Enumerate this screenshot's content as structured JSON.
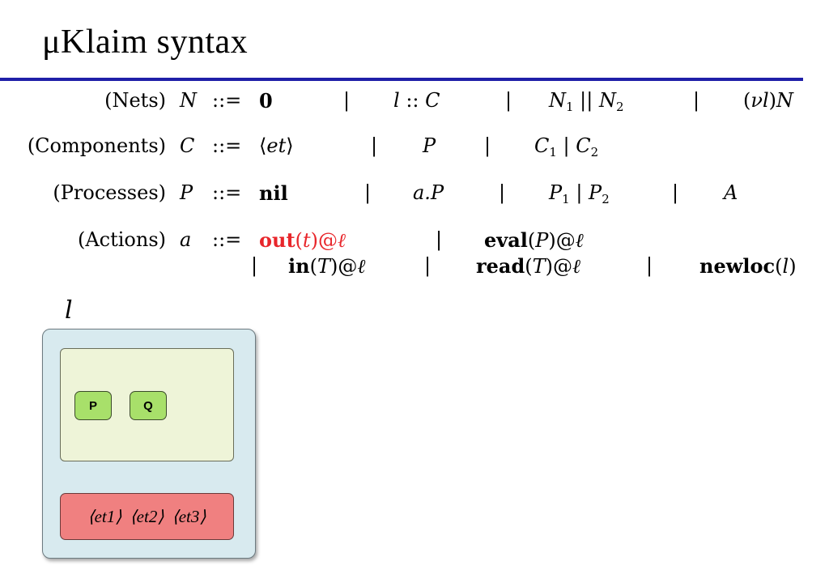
{
  "title": "μKlaim syntax",
  "grammar": {
    "nets": {
      "category": "(Nets)",
      "var": "N",
      "def": "::=",
      "alts": [
        "0",
        "|",
        "l :: C",
        "|",
        "N1 || N2",
        "|",
        "(νl)N"
      ]
    },
    "components": {
      "category": "(Components)",
      "var": "C",
      "def": "::=",
      "alts": [
        "⟨et⟩",
        "|",
        "P",
        "|",
        "C1 | C2"
      ]
    },
    "processes": {
      "category": "(Processes)",
      "var": "P",
      "def": "::=",
      "alts": [
        "nil",
        "|",
        "a.P",
        "|",
        "P1 | P2",
        "|",
        "A"
      ]
    },
    "actions": {
      "category": "(Actions)",
      "var": "a",
      "def": "::=",
      "line1": [
        "out(t)@ℓ",
        "|",
        "eval(P)@ℓ"
      ],
      "line2": [
        "|",
        "in(T)@ℓ",
        "|",
        "read(T)@ℓ",
        "|",
        "newloc(l)"
      ]
    }
  },
  "diagram": {
    "locality_label": "l",
    "processes": [
      "P",
      "Q"
    ],
    "tuples": [
      "⟨et1⟩",
      "⟨et2⟩",
      "⟨et3⟩"
    ],
    "colors": {
      "locality_fill": "#d8eaef",
      "process_area_fill": "#eef4d8",
      "process_fill": "#a8e06a",
      "tuple_area_fill": "#f08080",
      "highlight": "#e8262b",
      "rule": "#1f1fa8"
    }
  }
}
